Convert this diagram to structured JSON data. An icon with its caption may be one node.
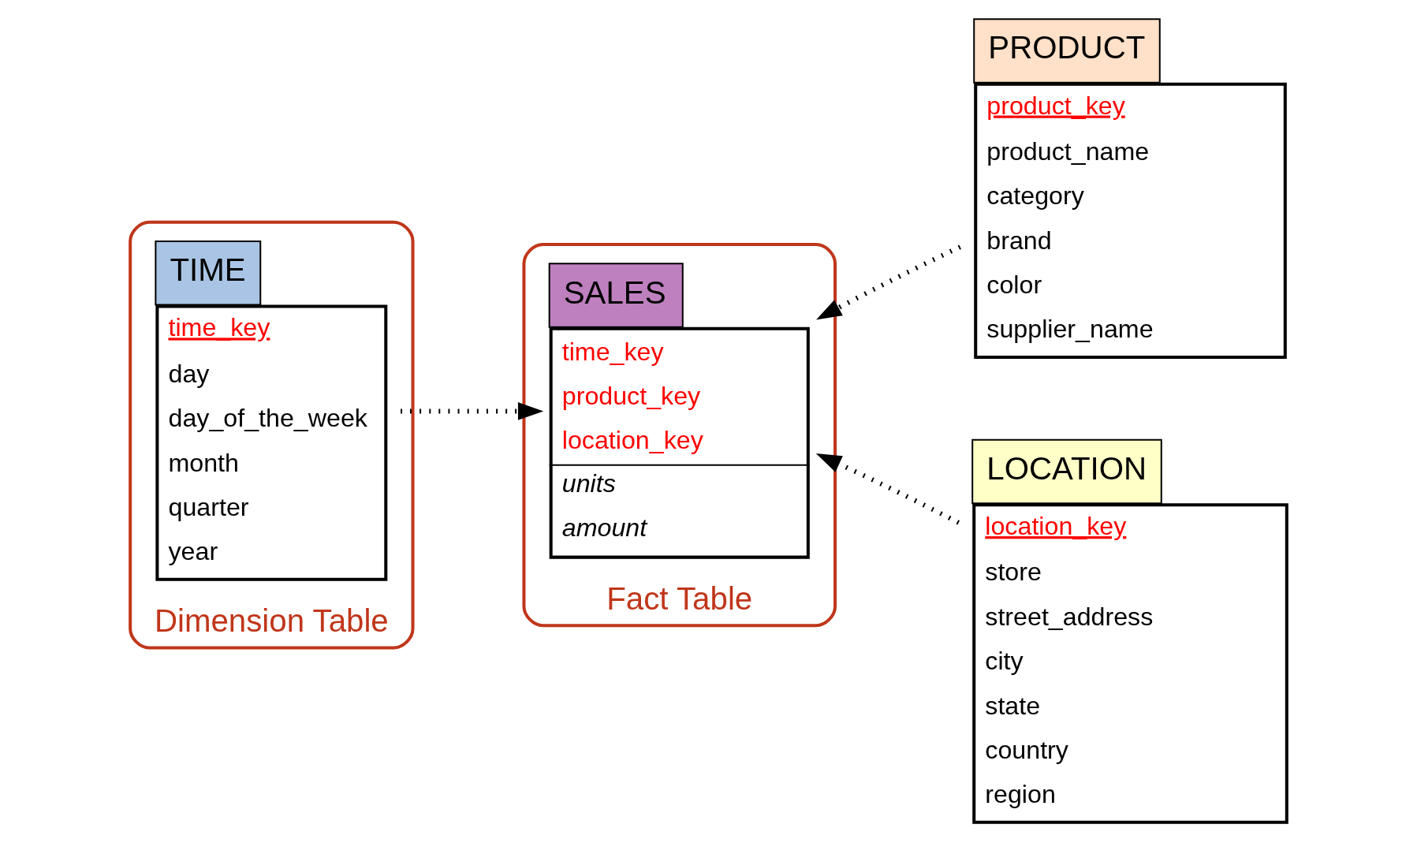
{
  "diagram": {
    "nodes": [
      {
        "text": [
          "Dimension Table"
        ]
      },
      {
        "text": [
          "TIME",
          "time_key",
          "day",
          "day_of_the_week",
          "month",
          "quarter",
          "year"
        ],
        "in": 0
      },
      {
        "text": [
          "Fact Table"
        ]
      },
      {
        "text": [
          "SALES",
          "time_key",
          "product_key",
          "location_key",
          "units",
          "amount"
        ],
        "in": 2
      },
      {
        "text": [
          "PRODUCT",
          "product_key",
          "product_name",
          "category",
          "brand",
          "color",
          "supplier_name"
        ]
      },
      {
        "text": [
          "LOCATION",
          "location_key",
          "store",
          "street_address",
          "city",
          "state",
          "country",
          "region"
        ]
      }
    ],
    "edges": [
      {
        "from": 1,
        "to": 3,
        "arrow": "to",
        "style": "dashed"
      },
      {
        "from": 4,
        "to": 3,
        "arrow": "to",
        "style": "dashed"
      },
      {
        "from": 5,
        "to": 3,
        "arrow": "to",
        "style": "dashed"
      }
    ]
  }
}
